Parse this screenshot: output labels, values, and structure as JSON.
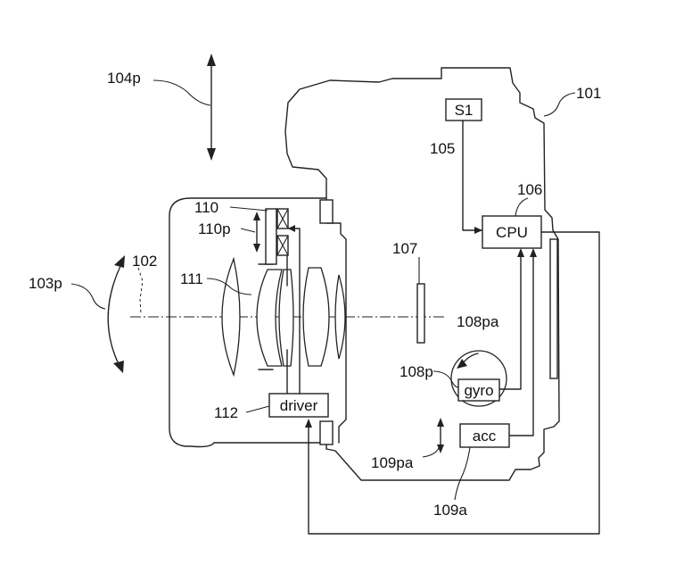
{
  "labels": {
    "ref_104p": "104p",
    "ref_101": "101",
    "ref_105": "105",
    "ref_106": "106",
    "ref_110": "110",
    "ref_110p": "110p",
    "ref_102": "102",
    "ref_103p": "103p",
    "ref_111": "111",
    "ref_107": "107",
    "ref_108pa": "108pa",
    "ref_108p": "108p",
    "ref_112": "112",
    "ref_109pa": "109pa",
    "ref_109a": "109a"
  },
  "boxes": {
    "s1": "S1",
    "cpu": "CPU",
    "gyro": "gyro",
    "acc": "acc",
    "driver": "driver"
  }
}
